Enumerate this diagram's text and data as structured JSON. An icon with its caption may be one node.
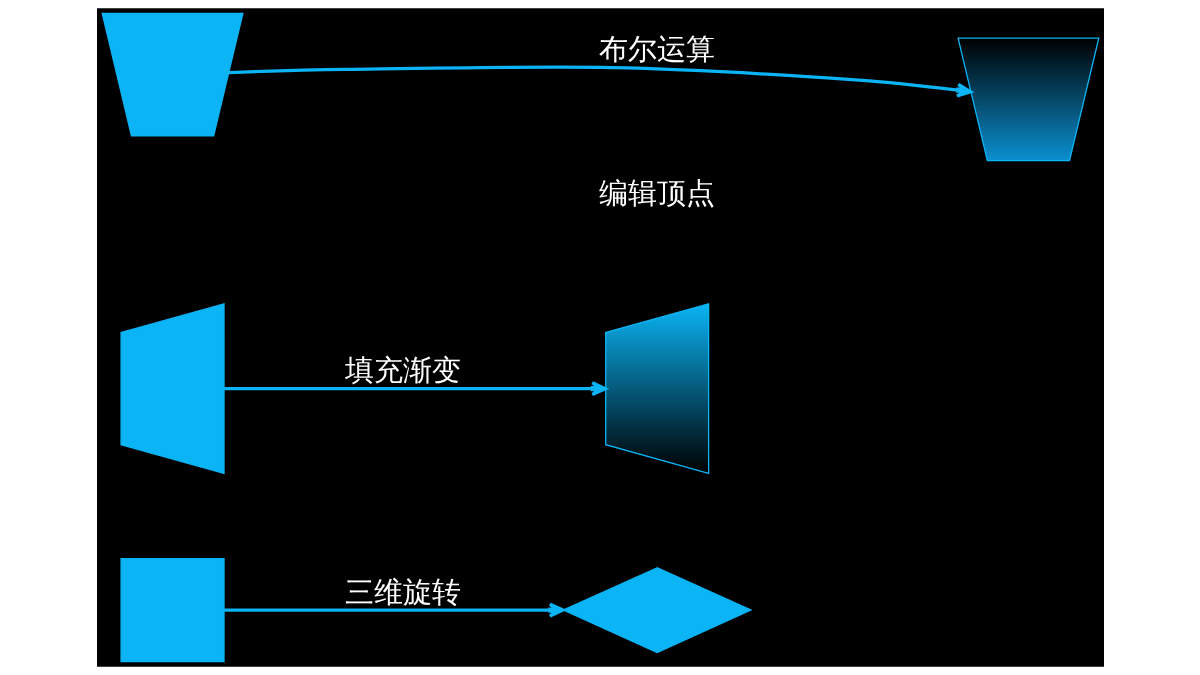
{
  "diagram": {
    "nodes": [
      {
        "text": [],
        "shape": "box"
      },
      {
        "text": [],
        "shape": "diamond"
      },
      {
        "text": [],
        "shape": "parallelogram"
      },
      {
        "text": [],
        "shape": "parallelogram"
      },
      {
        "text": [],
        "shape": "trapezoid"
      },
      {
        "text": [],
        "shape": "trapezoid"
      }
    ],
    "edges": [
      {
        "from": 0,
        "to": 1,
        "arrow": "to",
        "label": "三维旋转"
      },
      {
        "from": 2,
        "to": 3,
        "arrow": "to",
        "label": "填充渐变"
      },
      {
        "from": 4,
        "to": 5,
        "arrow": "to",
        "label": "布尔运算"
      }
    ],
    "labels": [
      "编辑顶点"
    ]
  }
}
